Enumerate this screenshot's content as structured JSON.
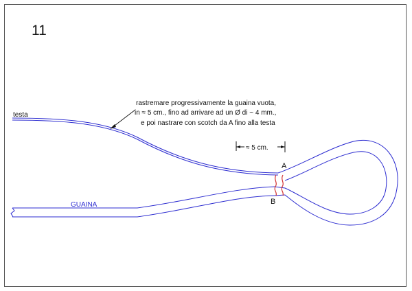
{
  "sheet": {
    "number": "11"
  },
  "labels": {
    "head": "testa",
    "sheath": "GUAINA",
    "point_a": "A",
    "point_b": "B",
    "dimension": "≈ 5 cm."
  },
  "note": {
    "line1": "rastremare progressivamente la guaina vuota,",
    "line2": "in ≈ 5 cm., fino ad arrivare ad un Ø di ~ 4 mm.,",
    "line3": "e poi nastrare con scotch da A fino alla testa"
  },
  "colors": {
    "sheath_outline": "#2b2bd0",
    "tape": "#d23030",
    "text": "#111111",
    "frame": "#555555"
  }
}
